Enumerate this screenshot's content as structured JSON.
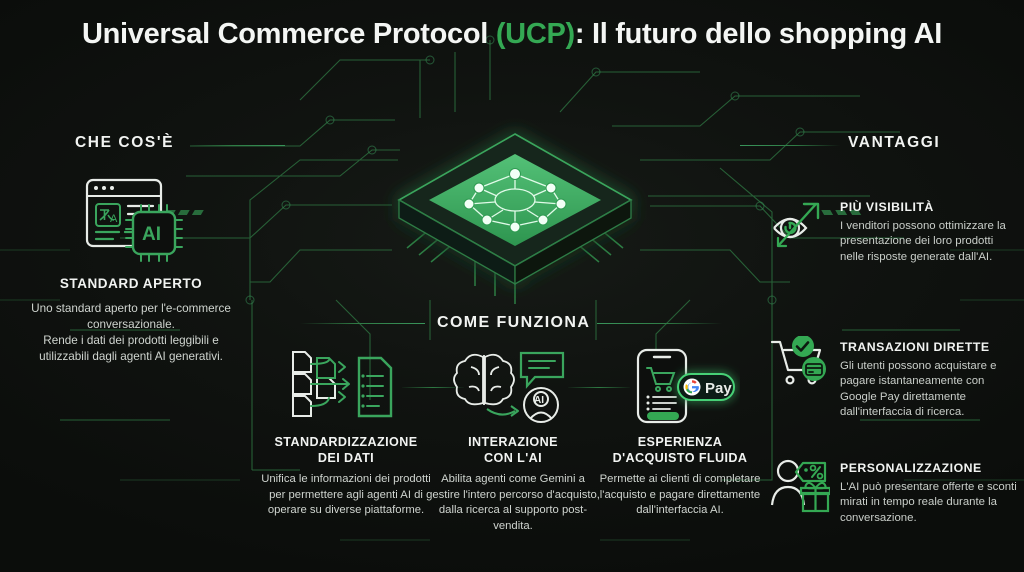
{
  "title": {
    "part1": "Universal Commerce Protocol ",
    "highlight": "(UCP)",
    "part2": ": Il futuro dello shopping AI",
    "accent_color": "#34a853"
  },
  "sections": {
    "left_heading": "CHE COS'È",
    "right_heading": "VANTAGGI",
    "center_heading": "COME FUNZIONA"
  },
  "what_is": {
    "icon": "browser-translate-ai-chip-icon",
    "title": "STANDARD APERTO",
    "description": "Uno standard aperto per l'e-commerce conversazionale.\nRende i dati dei prodotti leggibili e utilizzabili dagli agenti AI generativi."
  },
  "center_graphic": {
    "icon": "isometric-network-chip-icon"
  },
  "how_it_works": [
    {
      "icon": "documents-standardization-icon",
      "title": "STANDARDIZZAZIONE\nDEI DATI",
      "description": "Unifica le informazioni dei prodotti per permettere agli agenti AI di operare su diverse piattaforme."
    },
    {
      "icon": "brain-chat-ai-avatar-icon",
      "title": "INTERAZIONE\nCON L'AI",
      "description": "Abilita agenti come Gemini a gestire l'intero percorso d'acquisto, dalla ricerca al supporto post-vendita."
    },
    {
      "icon": "phone-google-pay-icon",
      "title": "ESPERIENZA\nD'ACQUISTO FLUIDA",
      "description": "Permette ai clienti di completare l'acquisto e pagare direttamente dall'interfaccia AI.",
      "badge_label": "Pay"
    }
  ],
  "benefits": [
    {
      "icon": "eye-arrow-up-icon",
      "title": "PIÙ VISIBILITÀ",
      "description": "I venditori possono ottimizzare la presentazione dei loro prodotti nelle risposte generate dall'AI."
    },
    {
      "icon": "cart-check-card-icon",
      "title": "TRANSAZIONI DIRETTE",
      "description": "Gli utenti possono acquistare e pagare istantaneamente con Google Pay direttamente dall'interfaccia di ricerca."
    },
    {
      "icon": "person-discount-gift-icon",
      "title": "PERSONALIZZAZIONE",
      "description": "L'AI può presentare offerte e sconti mirati in tempo reale durante la conversazione."
    }
  ],
  "palette": {
    "background": "#0d0f0d",
    "green": "#34a853",
    "dim_green": "#2e7a43",
    "text": "#f2f4f2",
    "muted_text": "#c9cec9"
  }
}
